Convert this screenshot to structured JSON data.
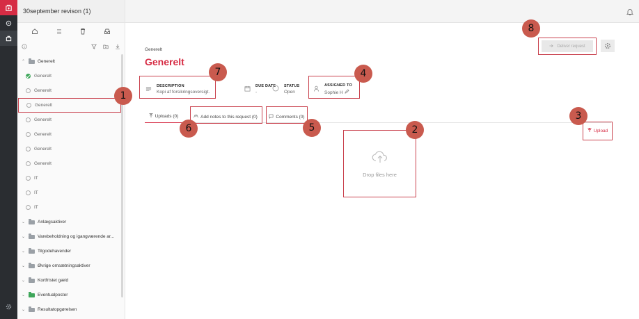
{
  "app": {
    "project_title": "30september revison (1)"
  },
  "tree": {
    "items": [
      {
        "type": "group",
        "label": "Generelt",
        "expanded": true
      },
      {
        "type": "child",
        "label": "Generelt",
        "status": "done"
      },
      {
        "type": "child",
        "label": "Generelt",
        "status": "open"
      },
      {
        "type": "child",
        "label": "Generelt",
        "status": "open",
        "selected": true
      },
      {
        "type": "child",
        "label": "Generelt",
        "status": "open"
      },
      {
        "type": "child",
        "label": "Generelt",
        "status": "open"
      },
      {
        "type": "child",
        "label": "Generelt",
        "status": "open"
      },
      {
        "type": "child",
        "label": "Generelt",
        "status": "open"
      },
      {
        "type": "child",
        "label": "IT",
        "status": "open"
      },
      {
        "type": "child",
        "label": "IT",
        "status": "open"
      },
      {
        "type": "child",
        "label": "IT",
        "status": "open"
      },
      {
        "type": "group",
        "label": "Anlægsaktiver"
      },
      {
        "type": "group",
        "label": "Varebeholdning og igangværende ar..."
      },
      {
        "type": "group",
        "label": "Tilgodehavender"
      },
      {
        "type": "group",
        "label": "Øvrige omsætningsaktiver"
      },
      {
        "type": "group",
        "label": "Kortfristet gæld"
      },
      {
        "type": "group",
        "label": "Eventualposter",
        "green": true
      },
      {
        "type": "group",
        "label": "Resultatopgørelsen"
      }
    ]
  },
  "request": {
    "breadcrumb": "Generelt",
    "title": "Generelt",
    "description_label": "DESCRIPTION",
    "description_value": "Kopi af forsikringsoversigt.",
    "due_label": "DUE DATE",
    "due_value": "-",
    "status_label": "STATUS",
    "status_value": "Open",
    "assigned_label": "ASSIGNED TO",
    "assigned_value": "Sophie H"
  },
  "tabs": {
    "uploads": "Uploads (0)",
    "notes": "Add notes to this request (0)",
    "comments": "Comments (0)"
  },
  "dropzone": {
    "text": "Drop files here"
  },
  "actions": {
    "upload": "Upload",
    "deliver": "Deliver request"
  },
  "annotations": [
    "1",
    "2",
    "3",
    "4",
    "5",
    "6",
    "7",
    "8"
  ],
  "colors": {
    "brand": "#d62c44",
    "annotation": "#c95a4e",
    "rail": "#2a2d31"
  }
}
